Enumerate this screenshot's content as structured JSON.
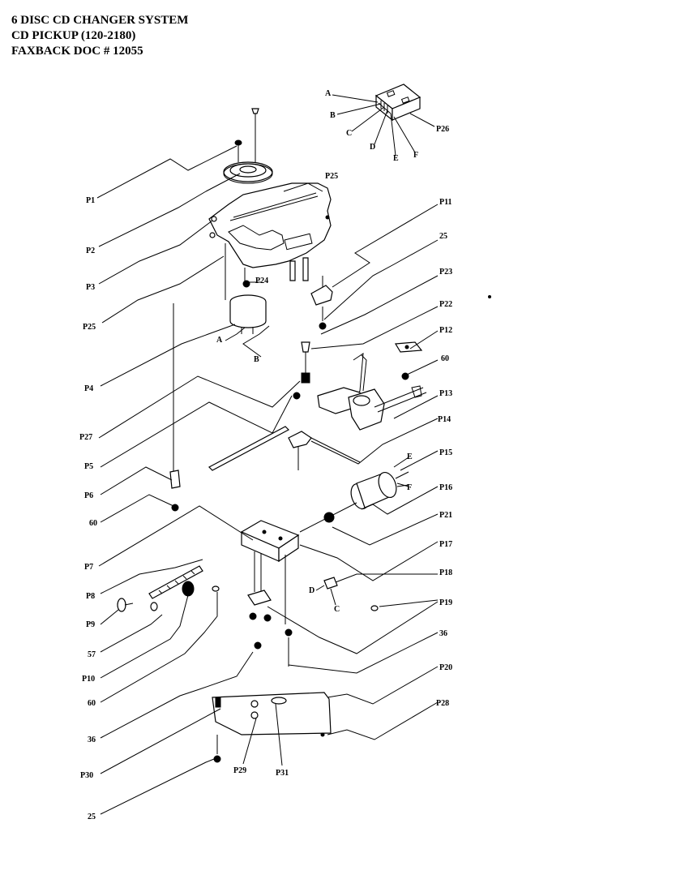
{
  "header": {
    "line1": "6 DISC CD CHANGER SYSTEM",
    "line2": "CD PICKUP  (120-2180)",
    "line3": "FAXBACK DOC # 12055"
  },
  "labels": {
    "A1": "A",
    "B1": "B",
    "C1": "C",
    "D1": "D",
    "E1": "E",
    "F1": "F",
    "P26": "P26",
    "P1": "P1",
    "P2": "P2",
    "P3": "P3",
    "P25a": "P25",
    "P25b": "P25",
    "P11": "P11",
    "n25a": "25",
    "P23": "P23",
    "P22": "P22",
    "P24": "P24",
    "A2": "A",
    "B2": "B",
    "P4": "P4",
    "P12": "P12",
    "n60a": "60",
    "P13": "P13",
    "P27": "P27",
    "P14": "P14",
    "P5": "P5",
    "P15": "P15",
    "E2": "E",
    "F2": "F",
    "P6": "P6",
    "P16": "P16",
    "n60b": "60",
    "P21": "P21",
    "P7": "P7",
    "P17": "P17",
    "P8": "P8",
    "P18": "P18",
    "D2": "D",
    "C2": "C",
    "P9": "P9",
    "P19": "P19",
    "n57": "57",
    "n36a": "36",
    "P10": "P10",
    "P20": "P20",
    "n60c": "60",
    "P28": "P28",
    "n36b": "36",
    "P30": "P30",
    "P29": "P29",
    "P31": "P31",
    "n25b": "25"
  }
}
